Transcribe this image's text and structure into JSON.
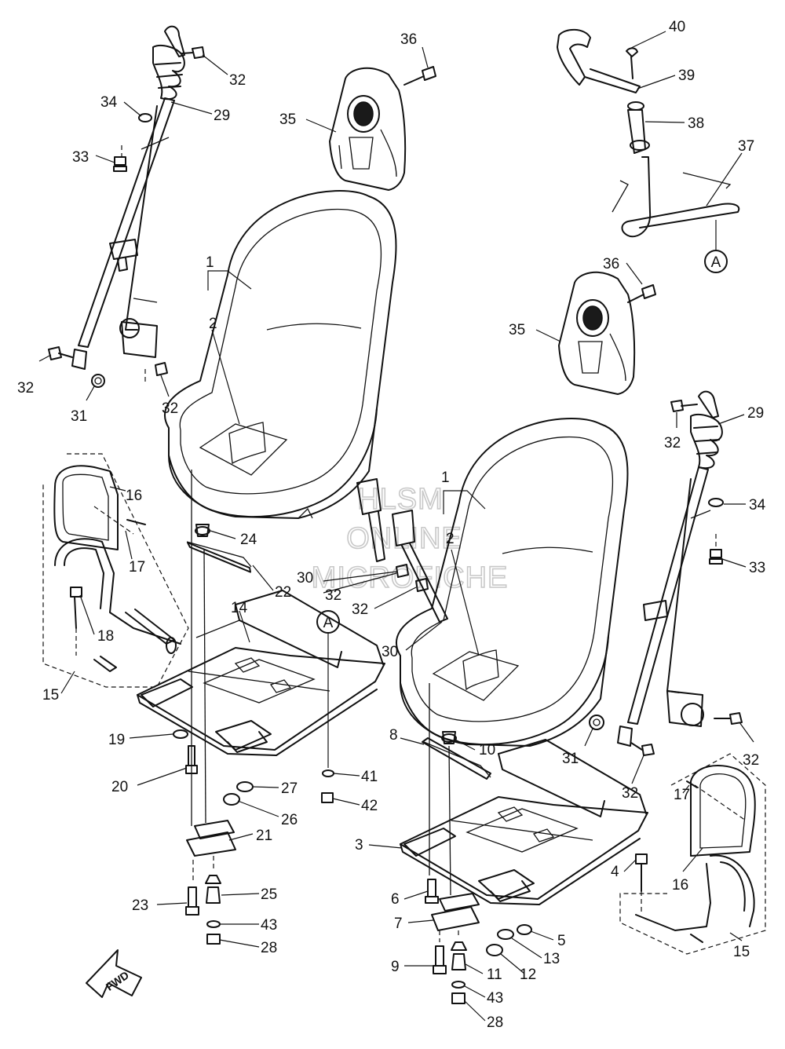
{
  "watermark": {
    "lines": [
      "HLSM",
      "ONLINE",
      "MICROFICHE"
    ]
  },
  "direction_arrow": {
    "label": "FWD"
  },
  "view_refs": [
    "A",
    "A"
  ],
  "callouts": [
    {
      "id": "c40",
      "text": "40"
    },
    {
      "id": "c39",
      "text": "39"
    },
    {
      "id": "c38",
      "text": "38"
    },
    {
      "id": "c37",
      "text": "37"
    },
    {
      "id": "c36a",
      "text": "36"
    },
    {
      "id": "c35a",
      "text": "35"
    },
    {
      "id": "c36b",
      "text": "36"
    },
    {
      "id": "c35b",
      "text": "35"
    },
    {
      "id": "c32a",
      "text": "32"
    },
    {
      "id": "c29a",
      "text": "29"
    },
    {
      "id": "c34a",
      "text": "34"
    },
    {
      "id": "c33a",
      "text": "33"
    },
    {
      "id": "c32b",
      "text": "32"
    },
    {
      "id": "c31a",
      "text": "31"
    },
    {
      "id": "c32c",
      "text": "32"
    },
    {
      "id": "c1a",
      "text": "1"
    },
    {
      "id": "c2a",
      "text": "2"
    },
    {
      "id": "c16a",
      "text": "16"
    },
    {
      "id": "c17a",
      "text": "17"
    },
    {
      "id": "c18",
      "text": "18"
    },
    {
      "id": "c15a",
      "text": "15"
    },
    {
      "id": "c24",
      "text": "24"
    },
    {
      "id": "c22",
      "text": "22"
    },
    {
      "id": "c14",
      "text": "14"
    },
    {
      "id": "c19",
      "text": "19"
    },
    {
      "id": "c20",
      "text": "20"
    },
    {
      "id": "c27",
      "text": "27"
    },
    {
      "id": "c26",
      "text": "26"
    },
    {
      "id": "c21",
      "text": "21"
    },
    {
      "id": "c23",
      "text": "23"
    },
    {
      "id": "c25",
      "text": "25"
    },
    {
      "id": "c43a",
      "text": "43"
    },
    {
      "id": "c28a",
      "text": "28"
    },
    {
      "id": "c41",
      "text": "41"
    },
    {
      "id": "c42",
      "text": "42"
    },
    {
      "id": "c30a",
      "text": "30"
    },
    {
      "id": "c32d",
      "text": "32"
    },
    {
      "id": "c32e",
      "text": "32"
    },
    {
      "id": "c30b",
      "text": "30"
    },
    {
      "id": "c1b",
      "text": "1"
    },
    {
      "id": "c2b",
      "text": "2"
    },
    {
      "id": "c29b",
      "text": "29"
    },
    {
      "id": "c32f",
      "text": "32"
    },
    {
      "id": "c34b",
      "text": "34"
    },
    {
      "id": "c33b",
      "text": "33"
    },
    {
      "id": "c31b",
      "text": "31"
    },
    {
      "id": "c32g",
      "text": "32"
    },
    {
      "id": "c32h",
      "text": "32"
    },
    {
      "id": "c8",
      "text": "8"
    },
    {
      "id": "c10",
      "text": "10"
    },
    {
      "id": "c3",
      "text": "3"
    },
    {
      "id": "c4",
      "text": "4"
    },
    {
      "id": "c6",
      "text": "6"
    },
    {
      "id": "c7",
      "text": "7"
    },
    {
      "id": "c5",
      "text": "5"
    },
    {
      "id": "c13",
      "text": "13"
    },
    {
      "id": "c12",
      "text": "12"
    },
    {
      "id": "c9",
      "text": "9"
    },
    {
      "id": "c11",
      "text": "11"
    },
    {
      "id": "c43b",
      "text": "43"
    },
    {
      "id": "c28b",
      "text": "28"
    },
    {
      "id": "c17b",
      "text": "17"
    },
    {
      "id": "c16b",
      "text": "16"
    },
    {
      "id": "c15b",
      "text": "15"
    }
  ]
}
